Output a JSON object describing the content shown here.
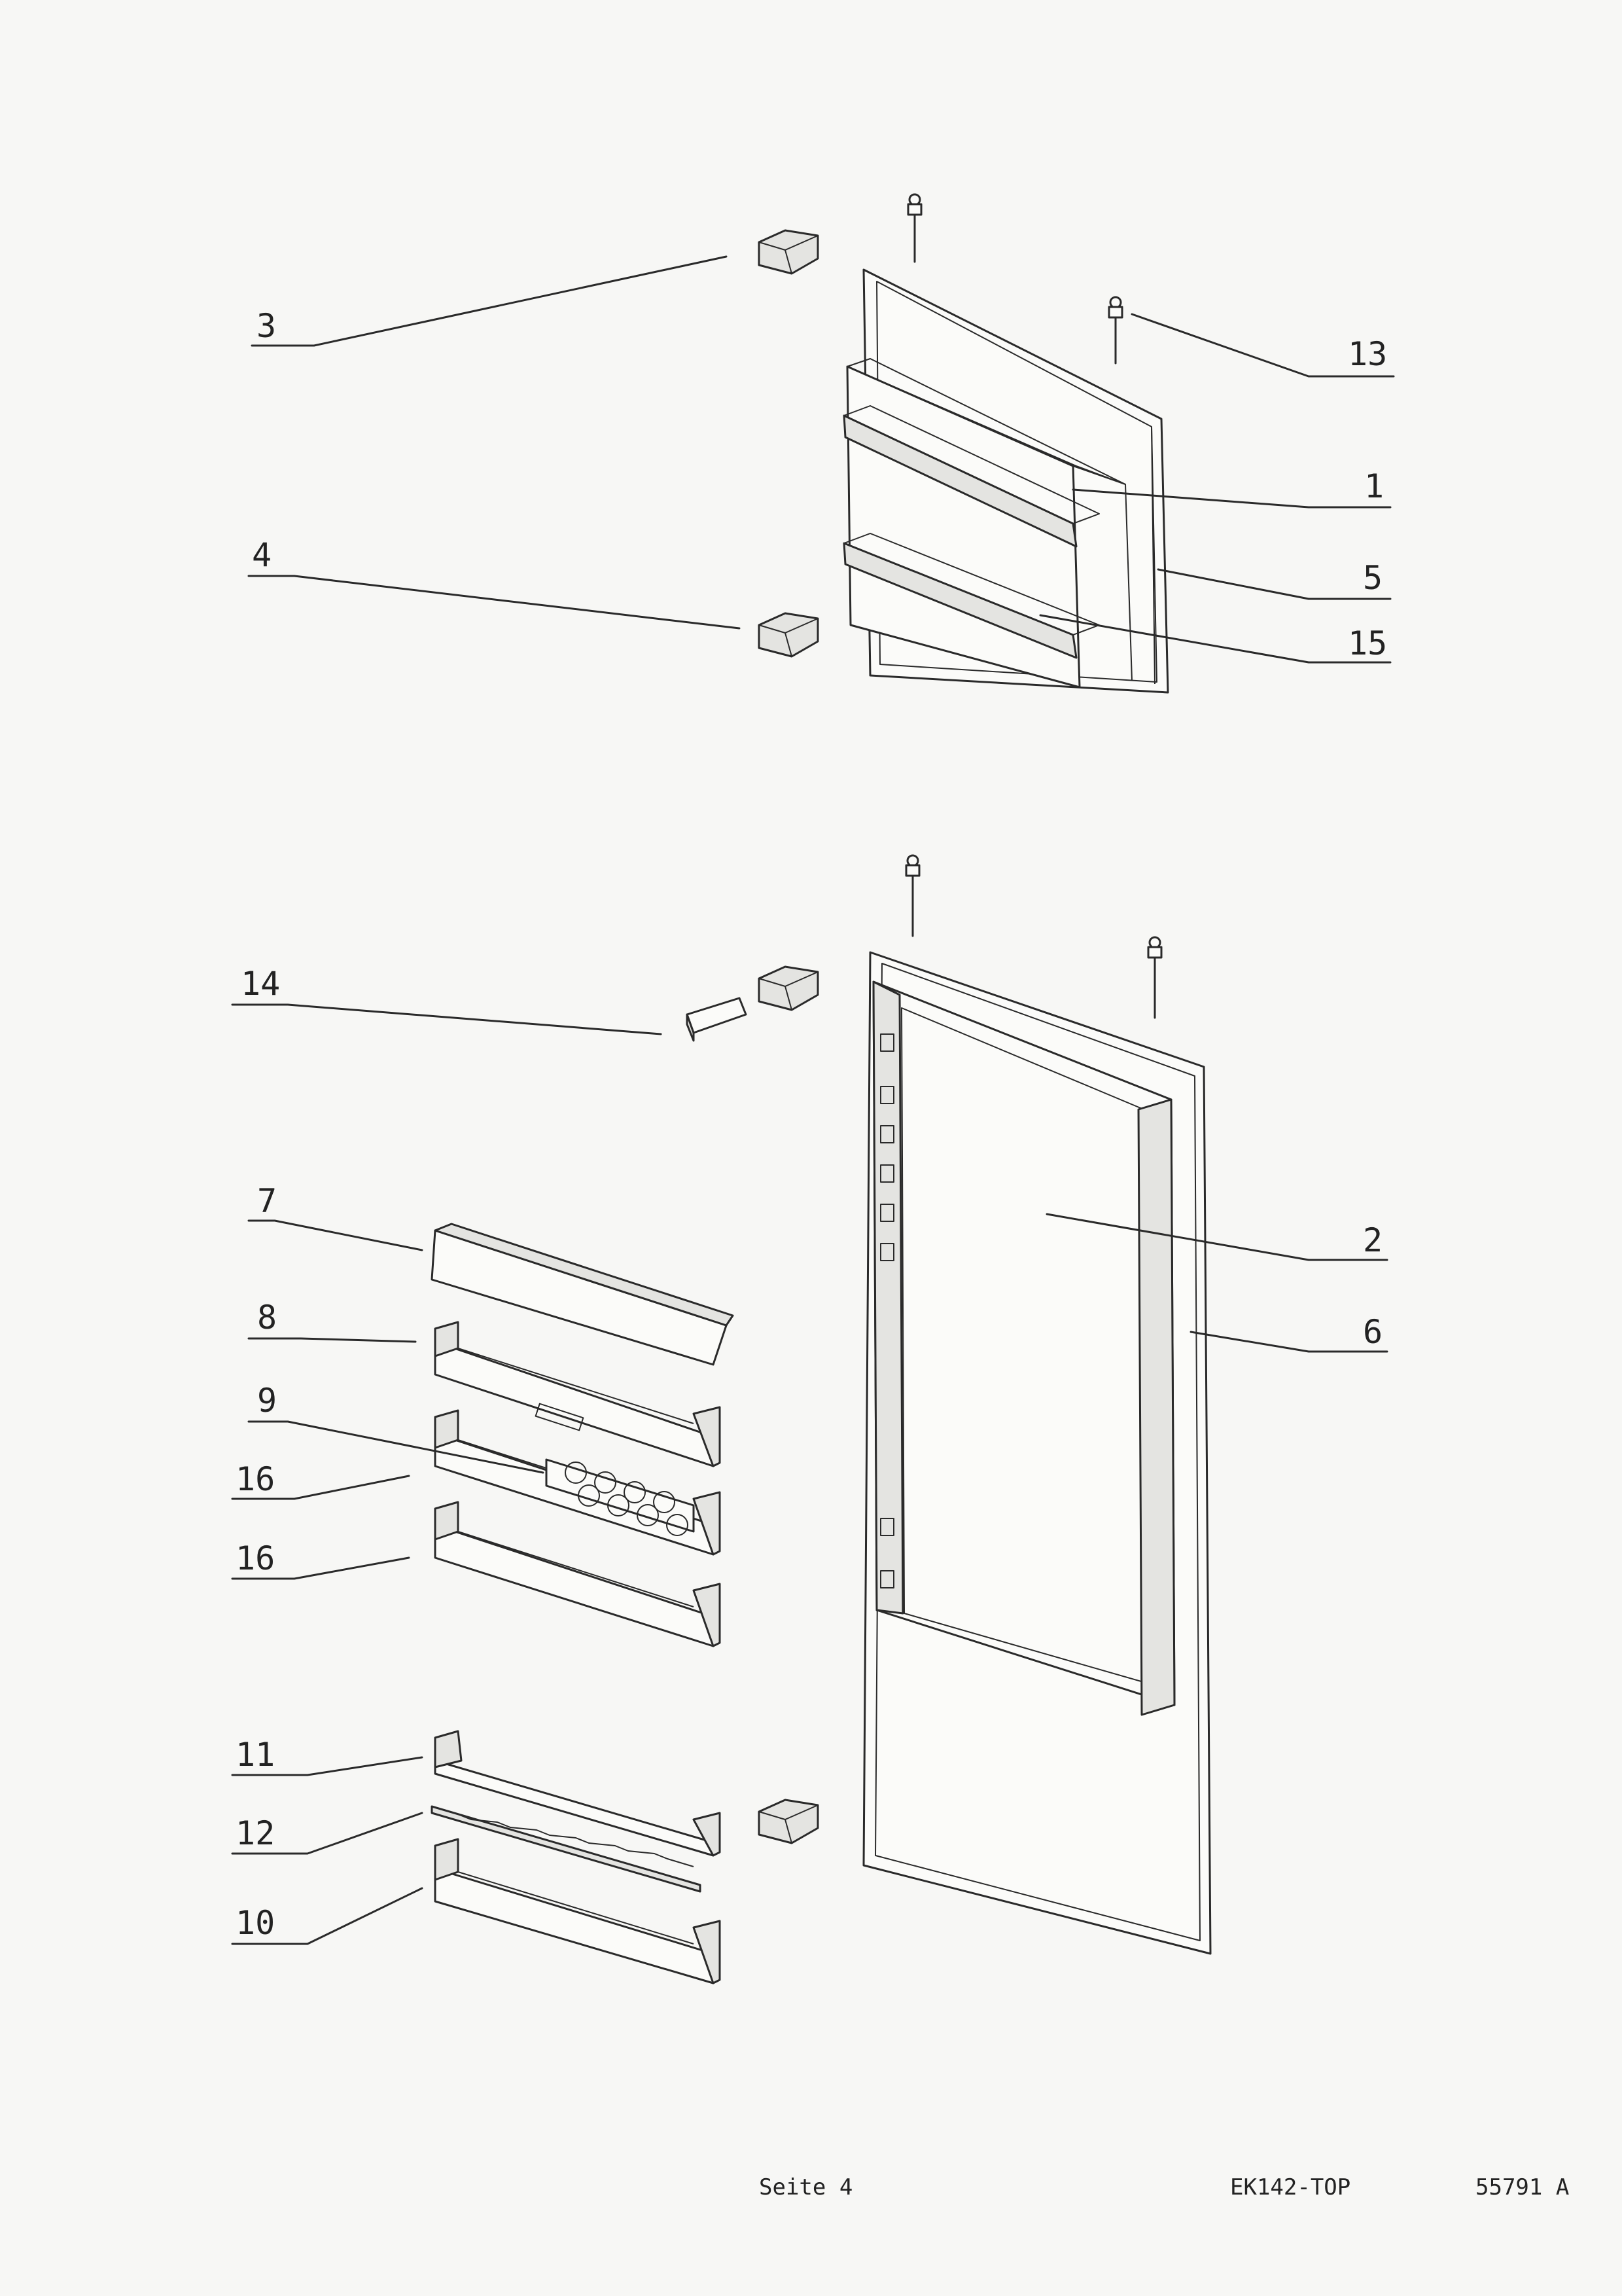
{
  "callouts": [
    "1",
    "2",
    "3",
    "4",
    "5",
    "6",
    "7",
    "8",
    "9",
    "10",
    "11",
    "12",
    "13",
    "14",
    "15",
    "16"
  ],
  "footer": {
    "page": "Seite 4",
    "model": "EK142-TOP",
    "doc_number": "55791 A"
  }
}
